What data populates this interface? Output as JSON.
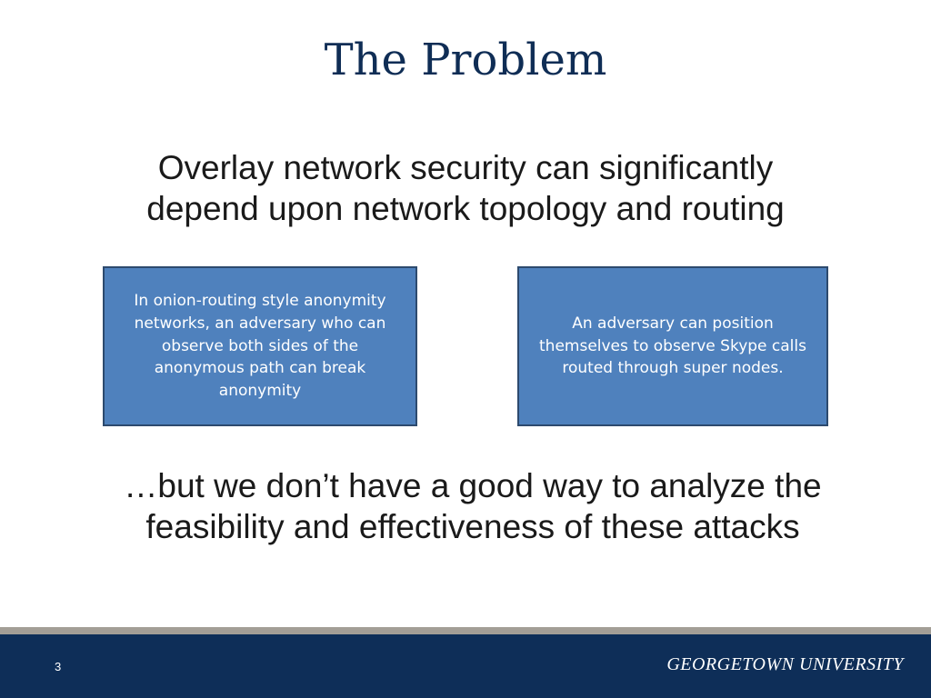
{
  "slide": {
    "title": "The Problem",
    "lead_line1": "Overlay network security can significantly",
    "lead_line2": "depend upon network topology and routing",
    "boxes": [
      {
        "text": "In onion-routing style anonymity networks, an adversary who can observe both sides of the anonymous path can break anonymity"
      },
      {
        "text": "An adversary can position themselves to observe Skype calls routed through super nodes."
      }
    ],
    "conclusion_line1": "…but we don’t have a good way to analyze the",
    "conclusion_line2": "feasibility and effectiveness of these attacks",
    "page_number": "3",
    "logo_text": "GEORGETOWN UNIVERSITY"
  },
  "colors": {
    "title": "#0f2d55",
    "box_fill": "#4f81bd",
    "box_border": "#2d4a6e",
    "footer": "#0e2e58",
    "footer_stripe": "#a39e96"
  }
}
